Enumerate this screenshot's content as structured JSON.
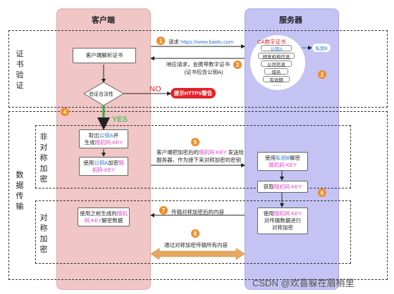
{
  "columns": {
    "client": "客户端",
    "server": "服务器"
  },
  "sections": {
    "cert_verify": [
      "证",
      "书",
      "验",
      "证"
    ],
    "data_transfer": [
      "数",
      "据",
      "传",
      "输"
    ],
    "asym": [
      "非",
      "对",
      "称",
      "加",
      "密"
    ],
    "sym": [
      "对",
      "称",
      "加",
      "密"
    ]
  },
  "client_boxes": {
    "parse_cert": "客户端解析证书",
    "verify": "验证合法性",
    "no_label": "NO",
    "warn": "提示HTTPS警告",
    "yes_label": "YES",
    "gen_key": {
      "l1a": "取出",
      "l1b": "公钥A",
      "l1c": "并",
      "l2a": "生成",
      "l2b": "随机码 KEY"
    },
    "encrypt_key": {
      "l1a": "使用",
      "l1b": "公钥A",
      "l1c": "加密",
      "l1d": "随",
      "l2": "机码 KEY"
    },
    "decrypt_data": {
      "l1a": "使用之前生成的",
      "l1b": "随机",
      "l2a": "码 KEY",
      "l2b": "解密数据"
    }
  },
  "server": {
    "cert_title": "CA数字证书",
    "cert_items": [
      "公钥A",
      "颁发机构信息",
      "公司信息",
      "域名",
      "有效期",
      "……"
    ],
    "private_key": "私钥B",
    "decrypt": {
      "l1a": "使用",
      "l1b": "私钥B",
      "l1c": "解密",
      "l2": "随机码 KEY"
    },
    "get_key": {
      "a": "获取",
      "b": "随机码 KEY"
    },
    "encrypt": {
      "l1a": "使用",
      "l1b": "随机码 KEY",
      "l2": "对传输数据进行",
      "l3": "对称加密"
    }
  },
  "steps": [
    {
      "num": "1",
      "text_a": "请求 ",
      "text_b": "https://www.baidu.com"
    },
    {
      "num": "2"
    },
    {
      "num": "3",
      "l1": "响应请求，会携带数字证书",
      "l2": "(证书包含公钥A)"
    },
    {
      "num": "4"
    },
    {
      "num": "5",
      "l1a": "客户端把加密后的",
      "l1b": "随机码 KEY",
      "l1c": " 发送给",
      "l2": "服务器，作为接下来对称加密的密钥"
    },
    {
      "num": "6"
    },
    {
      "num": "7",
      "text": "传输对称加密后的内容"
    },
    {
      "num": "8",
      "text": "通过对称加密传输所有内容"
    }
  ],
  "watermark": "CSDN @欢喜躲在眉梢里",
  "colors": {
    "client_bg": "#f0c6c6",
    "server_bg": "#c4c3f3",
    "step_circle": "#f28c28",
    "warn": "#e0232a",
    "green": "#28b03b",
    "key_pink": "#e542c8",
    "pubkey_blue": "#2e78d6"
  }
}
